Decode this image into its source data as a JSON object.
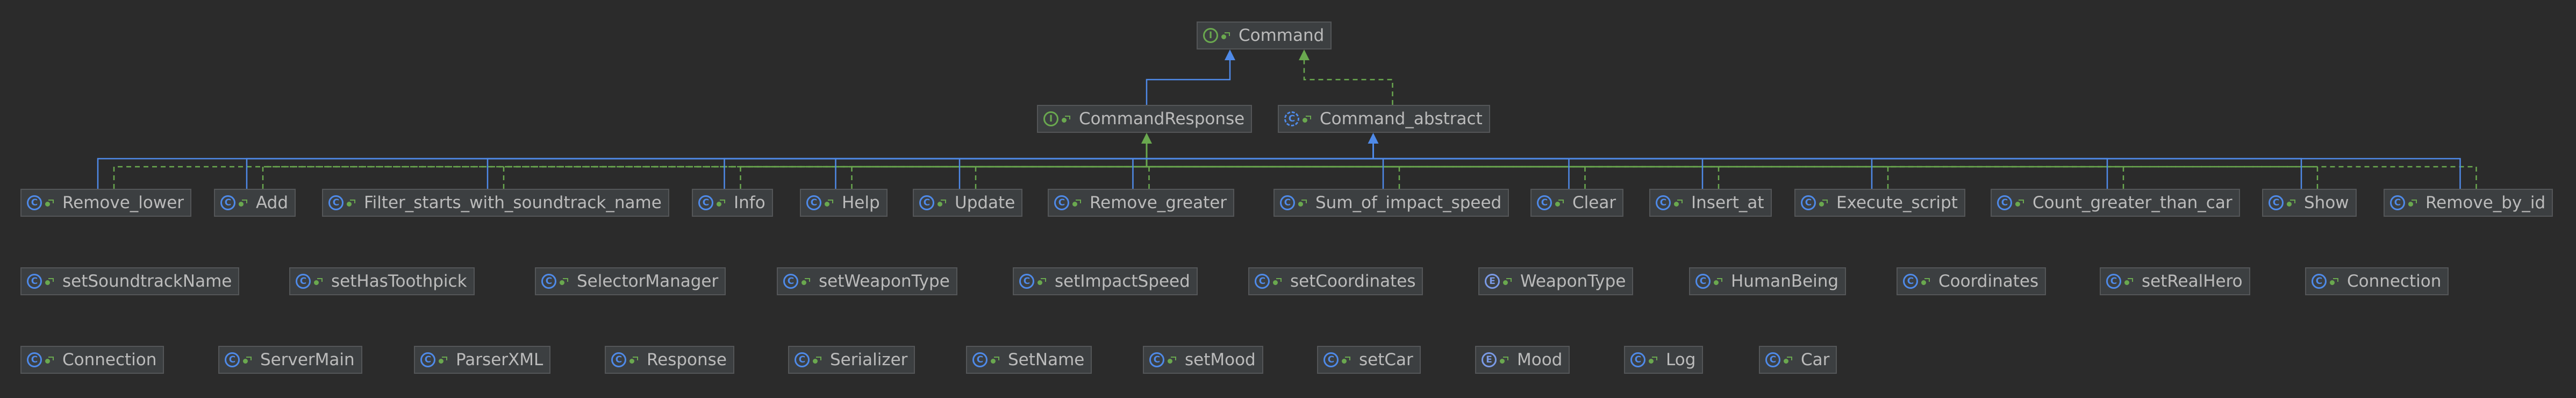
{
  "colors": {
    "background": "#2b2b2b",
    "node_fill": "#3c3f41",
    "node_border": "#545658",
    "text": "#bbbbbb",
    "class_icon": "#4f8ae8",
    "interface_icon": "#6aa84f",
    "extends_edge": "#4f8ae8",
    "implements_edge": "#6aa84f"
  },
  "nodes": [
    {
      "id": "Command",
      "label": "Command",
      "kind": "interface"
    },
    {
      "id": "CommandResponse",
      "label": "CommandResponse",
      "kind": "interface"
    },
    {
      "id": "Command_abstract",
      "label": "Command_abstract",
      "kind": "abstract"
    },
    {
      "id": "Remove_lower",
      "label": "Remove_lower",
      "kind": "class"
    },
    {
      "id": "Add",
      "label": "Add",
      "kind": "class"
    },
    {
      "id": "Filter_starts_with_soundtrack_name",
      "label": "Filter_starts_with_soundtrack_name",
      "kind": "class"
    },
    {
      "id": "Info",
      "label": "Info",
      "kind": "class"
    },
    {
      "id": "Help",
      "label": "Help",
      "kind": "class"
    },
    {
      "id": "Update",
      "label": "Update",
      "kind": "class"
    },
    {
      "id": "Remove_greater",
      "label": "Remove_greater",
      "kind": "class"
    },
    {
      "id": "Sum_of_impact_speed",
      "label": "Sum_of_impact_speed",
      "kind": "class"
    },
    {
      "id": "Clear",
      "label": "Clear",
      "kind": "class"
    },
    {
      "id": "Insert_at",
      "label": "Insert_at",
      "kind": "class"
    },
    {
      "id": "Execute_script",
      "label": "Execute_script",
      "kind": "class"
    },
    {
      "id": "Count_greater_than_car",
      "label": "Count_greater_than_car",
      "kind": "class"
    },
    {
      "id": "Show",
      "label": "Show",
      "kind": "class"
    },
    {
      "id": "Remove_by_id",
      "label": "Remove_by_id",
      "kind": "class"
    },
    {
      "id": "setSoundtrackName",
      "label": "setSoundtrackName",
      "kind": "class"
    },
    {
      "id": "setHasToothpick",
      "label": "setHasToothpick",
      "kind": "class"
    },
    {
      "id": "SelectorManager",
      "label": "SelectorManager",
      "kind": "class"
    },
    {
      "id": "setWeaponType",
      "label": "setWeaponType",
      "kind": "class"
    },
    {
      "id": "setImpactSpeed",
      "label": "setImpactSpeed",
      "kind": "class"
    },
    {
      "id": "setCoordinates",
      "label": "setCoordinates",
      "kind": "class"
    },
    {
      "id": "WeaponType",
      "label": "WeaponType",
      "kind": "enum"
    },
    {
      "id": "HumanBeing",
      "label": "HumanBeing",
      "kind": "class"
    },
    {
      "id": "Coordinates",
      "label": "Coordinates",
      "kind": "class"
    },
    {
      "id": "setRealHero",
      "label": "setRealHero",
      "kind": "class"
    },
    {
      "id": "Connection_1",
      "label": "Connection",
      "kind": "class"
    },
    {
      "id": "Connection_2",
      "label": "Connection",
      "kind": "class"
    },
    {
      "id": "ServerMain",
      "label": "ServerMain",
      "kind": "class"
    },
    {
      "id": "ParserXML",
      "label": "ParserXML",
      "kind": "class"
    },
    {
      "id": "Response",
      "label": "Response",
      "kind": "class"
    },
    {
      "id": "Serializer",
      "label": "Serializer",
      "kind": "class"
    },
    {
      "id": "SetName",
      "label": "SetName",
      "kind": "class"
    },
    {
      "id": "setMood",
      "label": "setMood",
      "kind": "class"
    },
    {
      "id": "setCar",
      "label": "setCar",
      "kind": "class"
    },
    {
      "id": "Mood",
      "label": "Mood",
      "kind": "enum"
    },
    {
      "id": "Log",
      "label": "Log",
      "kind": "class"
    },
    {
      "id": "Car",
      "label": "Car",
      "kind": "class"
    }
  ],
  "edges": [
    {
      "from": "CommandResponse",
      "to": "Command",
      "type": "extends"
    },
    {
      "from": "Command_abstract",
      "to": "Command",
      "type": "implements"
    },
    {
      "from": "Remove_lower",
      "to": "CommandResponse",
      "type": "implements"
    },
    {
      "from": "Add",
      "to": "CommandResponse",
      "type": "implements"
    },
    {
      "from": "Filter_starts_with_soundtrack_name",
      "to": "CommandResponse",
      "type": "implements"
    },
    {
      "from": "Info",
      "to": "CommandResponse",
      "type": "implements"
    },
    {
      "from": "Help",
      "to": "CommandResponse",
      "type": "implements"
    },
    {
      "from": "Update",
      "to": "CommandResponse",
      "type": "implements"
    },
    {
      "from": "Remove_greater",
      "to": "CommandResponse",
      "type": "implements"
    },
    {
      "from": "Sum_of_impact_speed",
      "to": "CommandResponse",
      "type": "implements"
    },
    {
      "from": "Clear",
      "to": "CommandResponse",
      "type": "implements"
    },
    {
      "from": "Insert_at",
      "to": "CommandResponse",
      "type": "implements"
    },
    {
      "from": "Execute_script",
      "to": "CommandResponse",
      "type": "implements"
    },
    {
      "from": "Count_greater_than_car",
      "to": "CommandResponse",
      "type": "implements"
    },
    {
      "from": "Show",
      "to": "CommandResponse",
      "type": "implements"
    },
    {
      "from": "Remove_by_id",
      "to": "CommandResponse",
      "type": "implements"
    },
    {
      "from": "Remove_lower",
      "to": "Command_abstract",
      "type": "extends"
    },
    {
      "from": "Add",
      "to": "Command_abstract",
      "type": "extends"
    },
    {
      "from": "Filter_starts_with_soundtrack_name",
      "to": "Command_abstract",
      "type": "extends"
    },
    {
      "from": "Info",
      "to": "Command_abstract",
      "type": "extends"
    },
    {
      "from": "Help",
      "to": "Command_abstract",
      "type": "extends"
    },
    {
      "from": "Update",
      "to": "Command_abstract",
      "type": "extends"
    },
    {
      "from": "Remove_greater",
      "to": "Command_abstract",
      "type": "extends"
    },
    {
      "from": "Sum_of_impact_speed",
      "to": "Command_abstract",
      "type": "extends"
    },
    {
      "from": "Clear",
      "to": "Command_abstract",
      "type": "extends"
    },
    {
      "from": "Insert_at",
      "to": "Command_abstract",
      "type": "extends"
    },
    {
      "from": "Execute_script",
      "to": "Command_abstract",
      "type": "extends"
    },
    {
      "from": "Count_greater_than_car",
      "to": "Command_abstract",
      "type": "extends"
    },
    {
      "from": "Show",
      "to": "Command_abstract",
      "type": "extends"
    },
    {
      "from": "Remove_by_id",
      "to": "Command_abstract",
      "type": "extends"
    }
  ]
}
